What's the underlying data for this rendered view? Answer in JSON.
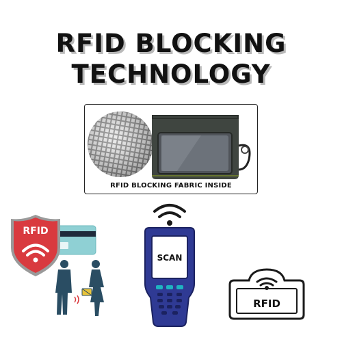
{
  "headline": {
    "line1": "RFID BLOCKING",
    "line2": "TECHNOLOGY"
  },
  "fabric_panel": {
    "caption": "RFID BLOCKING FABRIC INSIDE"
  },
  "shield_badge": {
    "label": "RFID"
  },
  "scanner_device": {
    "screen_text": "SCAN"
  },
  "rfid_card_icon": {
    "label": "RFID"
  },
  "colors": {
    "shield_red": "#d93a3f",
    "scanner_blue": "#2f3a94",
    "card_teal": "#8fd0d4",
    "text_dark": "#111111"
  }
}
